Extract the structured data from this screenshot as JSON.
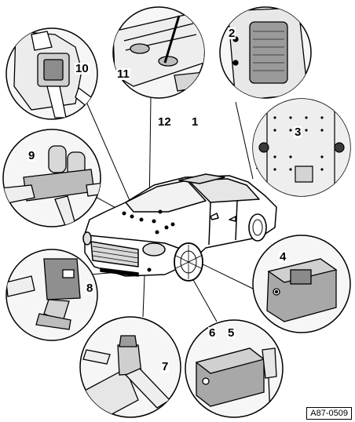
{
  "figure_ref": "A87-0509",
  "callouts": {
    "c1": "1",
    "c2": "2",
    "c3": "3",
    "c4": "4",
    "c5": "5",
    "c6": "6",
    "c7": "7",
    "c8": "8",
    "c9": "9",
    "c10": "10",
    "c11": "11",
    "c12": "12"
  }
}
